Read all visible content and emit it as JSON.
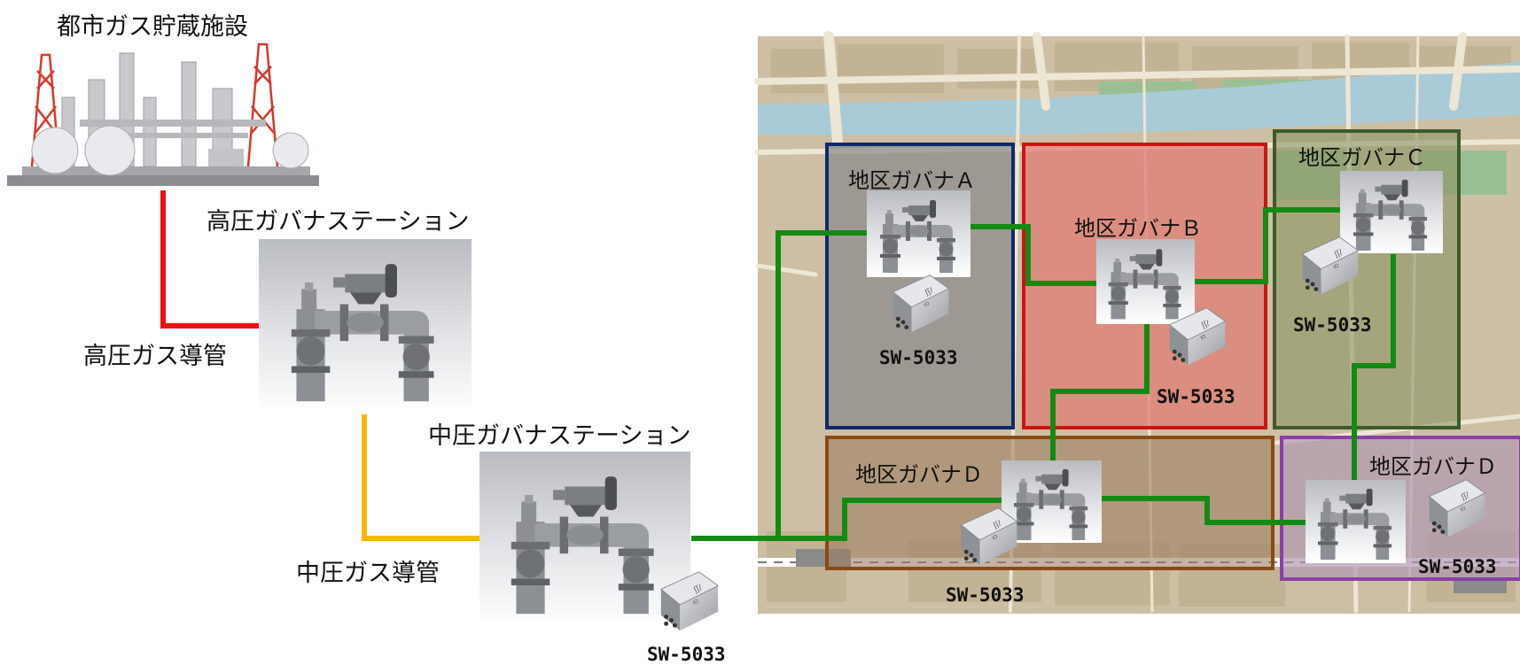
{
  "facility": {
    "title": "都市ガス貯蔵施設"
  },
  "high_pressure": {
    "station_label": "高圧ガバナステーション",
    "pipe_label": "高圧ガス導管"
  },
  "medium_pressure": {
    "station_label": "中圧ガバナステーション",
    "pipe_label": "中圧ガス導管"
  },
  "districts": {
    "a": {
      "label": "地区ガバナＡ",
      "device": "SW-5033"
    },
    "b": {
      "label": "地区ガバナＢ",
      "device": "SW-5033"
    },
    "c": {
      "label": "地区ガバナＣ",
      "device": "SW-5033"
    },
    "d1": {
      "label": "地区ガバナＤ",
      "device": "SW-5033"
    },
    "d2": {
      "label": "地区ガバナＤ",
      "device": "SW-5033"
    }
  },
  "station_device": "SW-5033",
  "colors": {
    "high_pressure_pipe": "#ee1111",
    "medium_pressure_pipe": "#f5b800",
    "distribution_pipe": "#138a13",
    "district_a": "#0d2a6b",
    "district_b": "#cc1414",
    "district_c": "#3e5a2a",
    "district_d1": "#8a4a14",
    "district_d2": "#8a3fa8"
  }
}
